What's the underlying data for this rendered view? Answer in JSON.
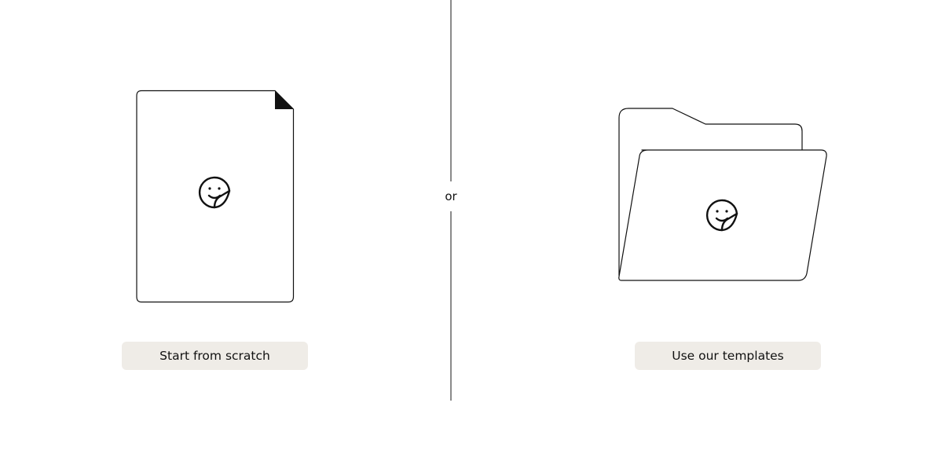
{
  "scratch_option": {
    "button_label": "Start from scratch",
    "illustration_icon": "blank-document-icon",
    "face_icon": "smiley-sticker-icon"
  },
  "separator": {
    "label": "or"
  },
  "templates_option": {
    "button_label": "Use our templates",
    "illustration_icon": "open-folder-icon",
    "face_icon": "smiley-sticker-icon"
  },
  "colors": {
    "background": "#ffffff",
    "button_background": "#efece7",
    "stroke": "#111111",
    "divider": "#8a8a8a"
  }
}
